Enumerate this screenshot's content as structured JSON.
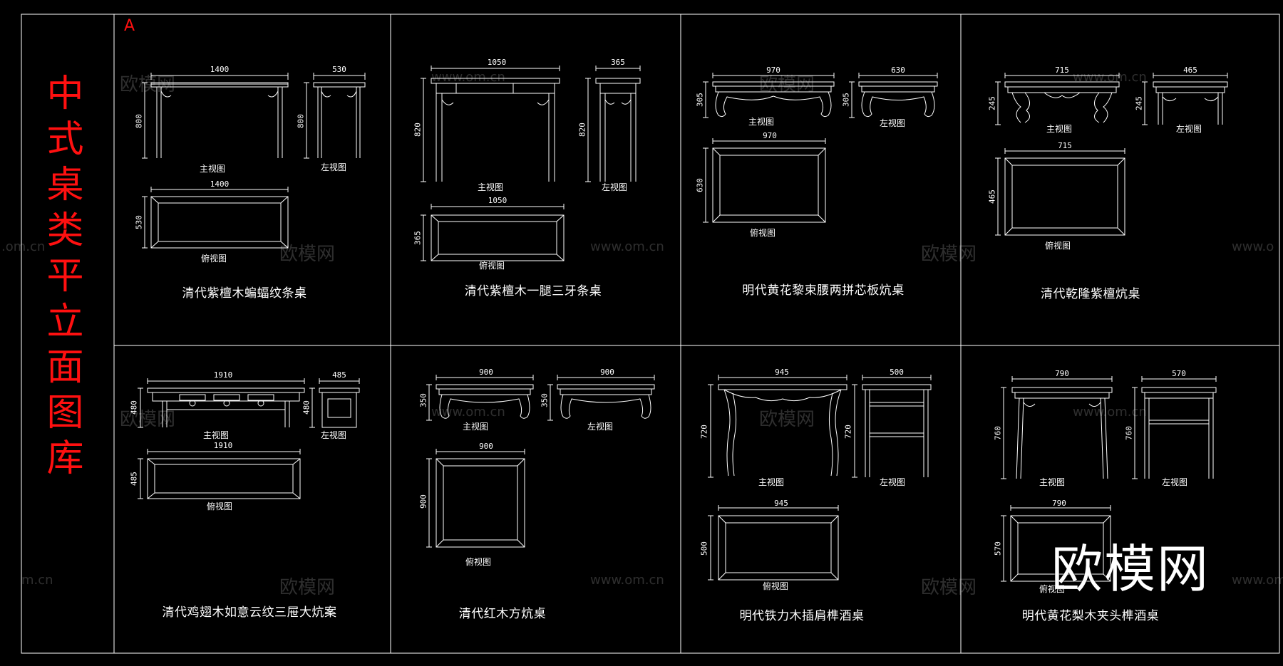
{
  "sheet": {
    "title_chars": [
      "中",
      "式",
      "桌",
      "类",
      "平",
      "立",
      "面",
      "图",
      "库"
    ],
    "section_label": "A",
    "accent_color": "#ff1010",
    "line_color": "#ffffff",
    "background": "#000000"
  },
  "watermark": {
    "brand": "欧模网",
    "url": "www.om.cn",
    "url_partial_left": ".om.cn",
    "url_partial_right": "www.o",
    "url_partial_left2": "m.cn",
    "url_partial_right2": "www.om.cn"
  },
  "labels": {
    "front": "主视图",
    "side": "左视图",
    "top": "俯视图"
  },
  "tables": [
    {
      "name": "清代紫檀木蝙蝠纹条桌",
      "front_w": "1400",
      "front_h": "800",
      "side_w": "530",
      "side_h": "800",
      "top_w": "1400",
      "top_h": "530"
    },
    {
      "name": "清代紫檀木一腿三牙条桌",
      "front_w": "1050",
      "front_h": "820",
      "side_w": "365",
      "side_h": "820",
      "top_w": "1050",
      "top_h": "365"
    },
    {
      "name": "明代黄花黎束腰两拼芯板炕桌",
      "front_w": "970",
      "front_h": "305",
      "side_w": "630",
      "side_h": "305",
      "top_w": "970",
      "top_h": "630"
    },
    {
      "name": "清代乾隆紫檀炕桌",
      "front_w": "715",
      "front_h": "245",
      "side_w": "465",
      "side_h": "245",
      "top_w": "715",
      "top_h": "465"
    },
    {
      "name": "清代鸡翅木如意云纹三屉大炕案",
      "front_w": "1910",
      "front_h": "480",
      "side_w": "485",
      "side_h": "480",
      "top_w": "1910",
      "top_h": "485"
    },
    {
      "name": "清代红木方炕桌",
      "front_w": "900",
      "front_h": "350",
      "side_w": "900",
      "side_h": "350",
      "top_w": "900",
      "top_h": "900"
    },
    {
      "name": "明代铁力木插肩榫酒桌",
      "front_w": "945",
      "front_h": "720",
      "side_w": "500",
      "side_h": "720",
      "top_w": "945",
      "top_h": "500"
    },
    {
      "name": "明代黄花梨木夹头榫酒桌",
      "front_w": "790",
      "front_h": "760",
      "side_w": "570",
      "side_h": "760",
      "top_w": "790",
      "top_h": "570"
    }
  ]
}
